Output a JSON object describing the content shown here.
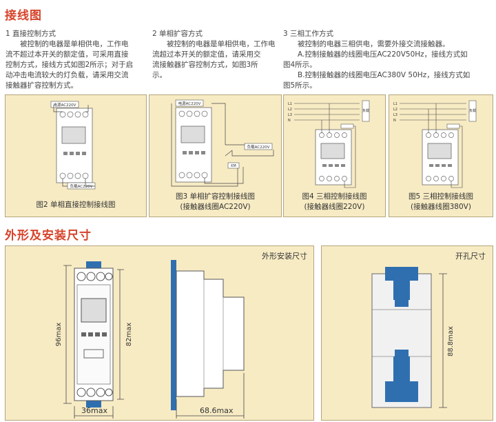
{
  "section1": {
    "title": "接线图"
  },
  "col1": {
    "heading": "1 直接控制方式",
    "lines": [
      "被控制的电器是单相供电，工作电",
      "流不超过本开关的额定值，可采用直接",
      "控制方式，接线方式如图2所示；对于启",
      "动冲击电流较大的灯负载，请采用交流",
      "接触器扩容控制方式。"
    ]
  },
  "col2": {
    "heading": "2 单相扩容方式",
    "lines": [
      "被控制的电器是单相供电，工作电",
      "流超过本开关的额定值，请采用交",
      "流接触器扩容控制方式，如图3所",
      "示。"
    ]
  },
  "col3": {
    "heading": "3 三相工作方式",
    "lines": [
      "被控制的电器三相供电，需要外接交流接触器。",
      "A.控制接触器的线圈电压AC220V50Hz，接线方式如",
      "图4所示。",
      "B.控制接触器的线圈电压AC380V 50Hz，接线方式如",
      "图5所示。"
    ]
  },
  "fig2": {
    "caption": "图2 单相直接控制接线图",
    "label_top": "电源AC220V",
    "label_bottom": "负载AC220V"
  },
  "fig3": {
    "caption_l1": "图3 单相扩容控制接线图",
    "caption_l2": "(接触器线圈AC220V)",
    "label_top": "电源AC220V",
    "label_load": "负载AC220V",
    "label_km": "KM"
  },
  "fig4": {
    "caption_l1": "图4 三相控制接线图",
    "caption_l2": "(接触器线圈220V)",
    "lines": [
      "L1",
      "L2",
      "L3",
      "N"
    ],
    "label_load": "负载"
  },
  "fig5": {
    "caption_l1": "图5 三相控制接线图",
    "caption_l2": "(接触器线圈380V)",
    "lines": [
      "L1",
      "L2",
      "L3",
      "N"
    ],
    "label_load": "负载"
  },
  "section2": {
    "title": "外形及安装尺寸"
  },
  "dims": {
    "title": "外形安装尺寸",
    "height_total": "96max",
    "height_body": "82max",
    "width_front": "36max",
    "depth": "68.6max"
  },
  "cutout": {
    "title": "开孔尺寸",
    "height": "88.8max"
  },
  "colors": {
    "accent": "#d6432a",
    "panel": "#f7ebc4",
    "panel_border": "#b3a47c",
    "clip_blue": "#2f6fb0"
  }
}
